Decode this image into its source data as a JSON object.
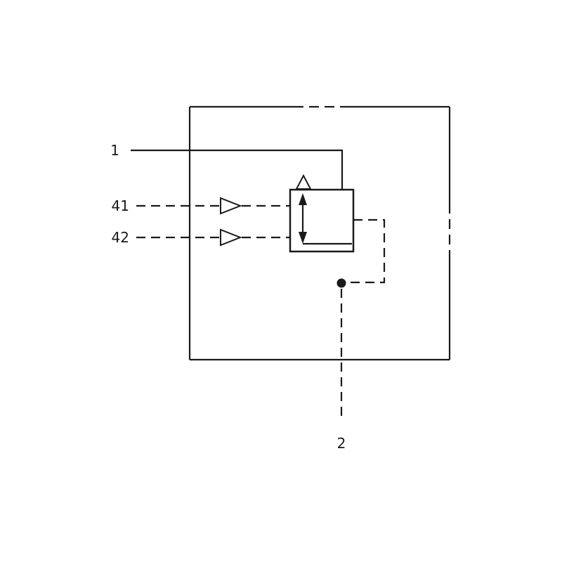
{
  "diagram": {
    "type": "hydraulic-valve-schematic",
    "background_color": "#ffffff",
    "line_color": "#1a1a1a",
    "ports": [
      {
        "name": "port-1",
        "label": "1",
        "line_style": "solid"
      },
      {
        "name": "port-41",
        "label": "41",
        "line_style": "dashed"
      },
      {
        "name": "port-42",
        "label": "42",
        "line_style": "dashed"
      },
      {
        "name": "port-2",
        "label": "2",
        "line_style": "dashed"
      }
    ]
  }
}
